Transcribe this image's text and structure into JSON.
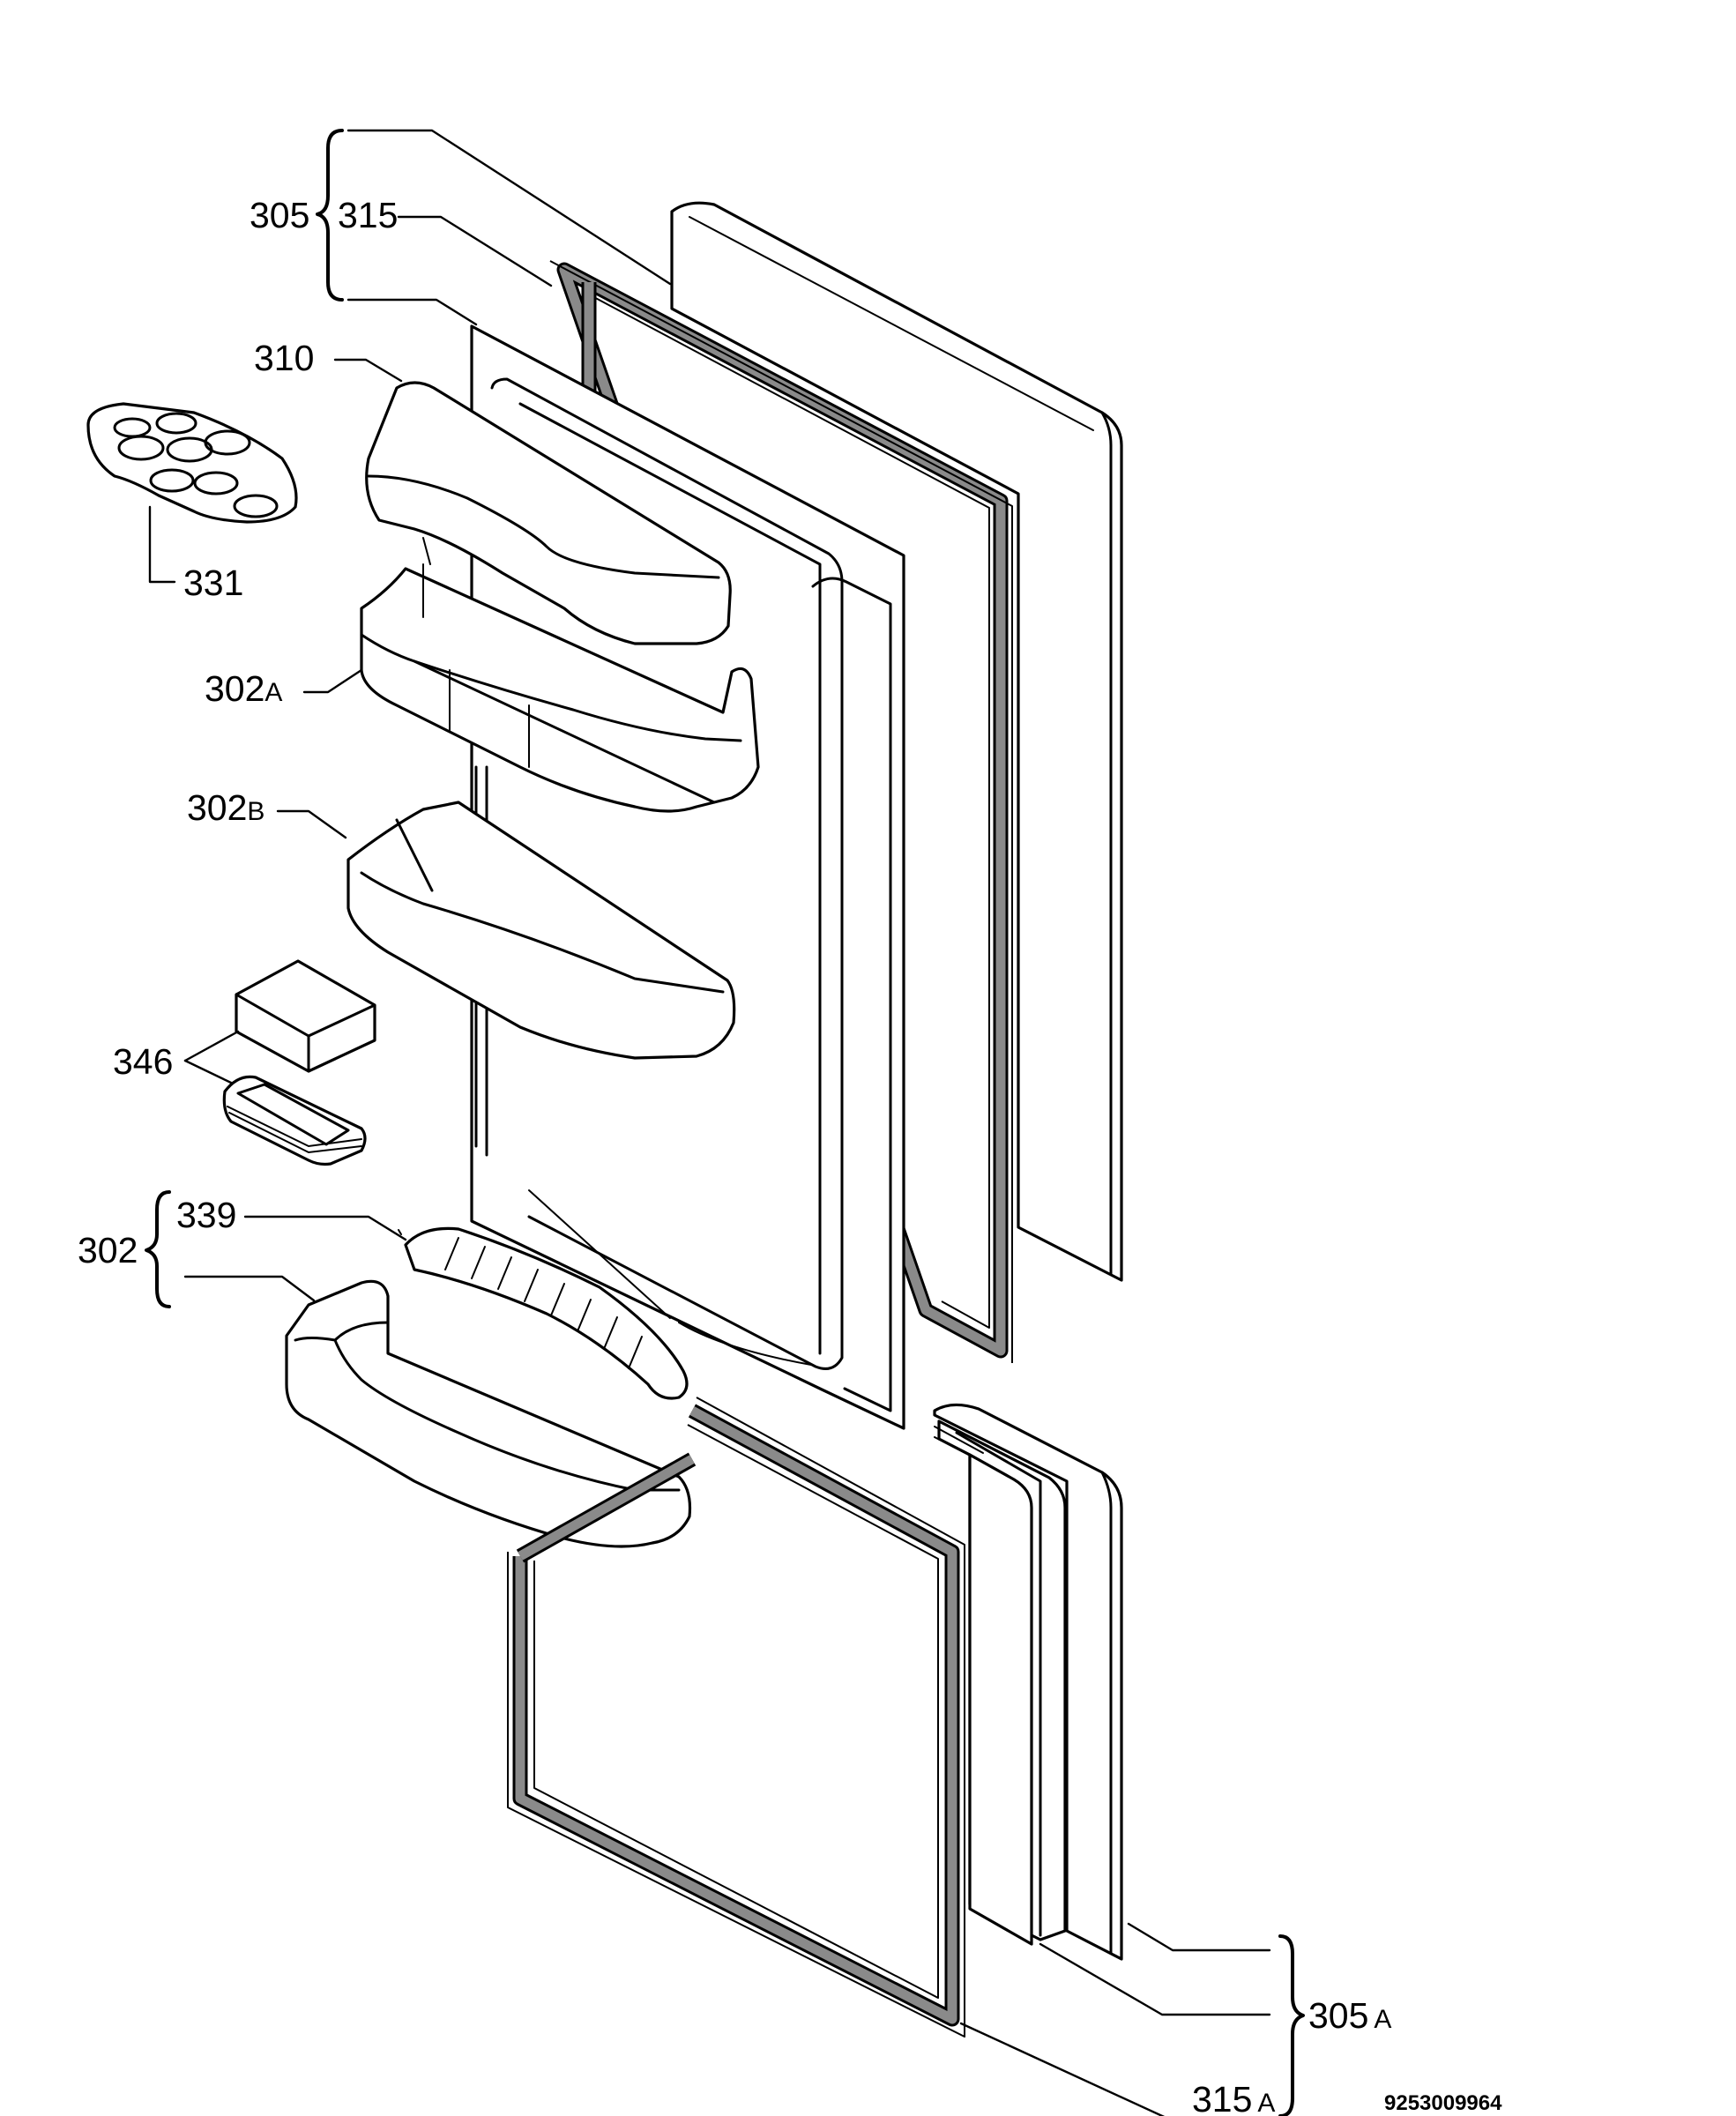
{
  "labels": {
    "l305": "305",
    "l315": "315",
    "l310": "310",
    "l331": "331",
    "l302A_num": "302",
    "l302A_suf": "A",
    "l302B_num": "302",
    "l302B_suf": "B",
    "l346": "346",
    "l339": "339",
    "l302": "302",
    "l305A_num": "305",
    "l305A_suf": "A",
    "l315A_num": "315",
    "l315A_suf": "A"
  },
  "document_number": "9253009964",
  "colors": {
    "line": "#000000",
    "gasket_fill": "#8a8a8a",
    "background": "#ffffff"
  }
}
